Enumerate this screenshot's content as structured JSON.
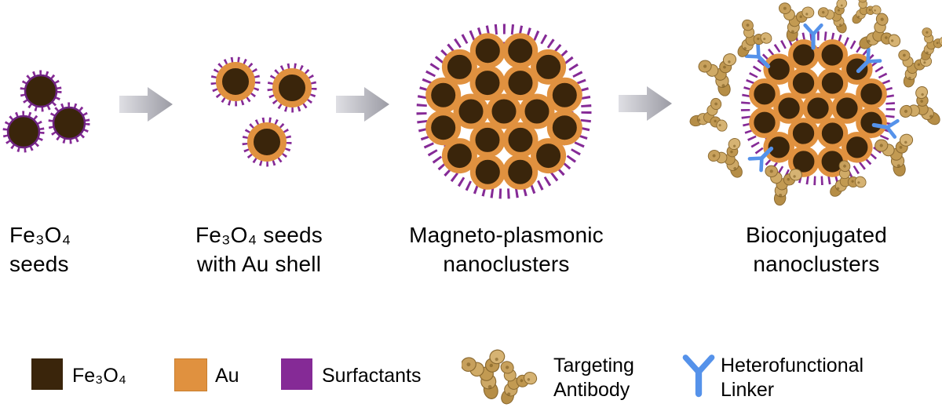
{
  "figure": {
    "stages": [
      {
        "id": "fe3o4-seeds",
        "label_line1": "Fe₃O₄",
        "label_line2": "seeds"
      },
      {
        "id": "fe3o4-seeds-au-shell",
        "label_line1": "Fe₃O₄ seeds",
        "label_line2": "with Au shell"
      },
      {
        "id": "magneto-plasmonic",
        "label_line1": "Magneto-plasmonic",
        "label_line2": "nanoclusters"
      },
      {
        "id": "bioconjugated",
        "label_line1": "Bioconjugated",
        "label_line2": "nanoclusters"
      }
    ],
    "legend": {
      "items": [
        {
          "label": "Fe₃O₄",
          "swatch_color": "#3a250b"
        },
        {
          "label": "Au",
          "swatch_color": "#e0913f"
        },
        {
          "label": "Surfactants",
          "swatch_color": "#852a96"
        },
        {
          "label_line1": "Targeting",
          "label_line2": "Antibody",
          "icon": "antibody-icon",
          "icon_color": "#c9a25f"
        },
        {
          "label_line1": "Heterofunctional",
          "label_line2": "Linker",
          "icon": "linker-icon",
          "icon_color": "#5592ea"
        }
      ]
    },
    "colors": {
      "fe3o4_core": "#3a250b",
      "au_shell": "#e0913f",
      "surfactant_purple": "#852a96",
      "linker_blue": "#5592ea",
      "antibody_tan": "#c9a25f",
      "arrow_gradient_start": "#dfdfe4",
      "arrow_gradient_end": "#9b9ba4"
    }
  }
}
